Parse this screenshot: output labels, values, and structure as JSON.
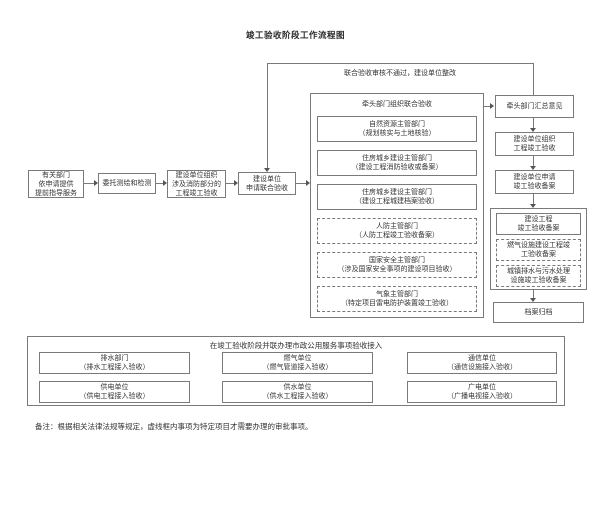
{
  "page_title": "竣工验收阶段工作流程图",
  "feedback_note": "联合验收审核不通过，建设单位整改",
  "main_flow": {
    "guide": [
      "有关部门",
      "依申请提供",
      "提前指导服务"
    ],
    "survey": [
      "委托测绘和检测"
    ],
    "fire": [
      "建设单位组织",
      "涉及消防部分的",
      "工程竣工验收"
    ],
    "apply_joint": [
      "建设单位",
      "申请联合验收"
    ]
  },
  "joint_group": {
    "header": "牵头部门组织联合验收",
    "members": [
      {
        "name": [
          "自然资源主管部门",
          "（规划核实与土地核验）"
        ],
        "dashed": false
      },
      {
        "name": [
          "住房城乡建设主管部门",
          "（建设工程消防验收或备案）"
        ],
        "dashed": false
      },
      {
        "name": [
          "住房城乡建设主管部门",
          "（建设工程城建档案验收）"
        ],
        "dashed": false
      },
      {
        "name": [
          "人防主管部门",
          "（人防工程竣工验收备案）"
        ],
        "dashed": true
      },
      {
        "name": [
          "国家安全主管部门",
          "（涉及国家安全事项的建设项目验收）"
        ],
        "dashed": true
      },
      {
        "name": [
          "气象主管部门",
          "（特定项目雷电防护装置竣工验收）"
        ],
        "dashed": true
      }
    ]
  },
  "right_flow": {
    "summary": [
      "牵头部门汇总意见"
    ],
    "org_acceptance": [
      "建设单位组织",
      "工程竣工验收"
    ],
    "apply_record": [
      "建设单位申请",
      "竣工验收备案"
    ],
    "record_group": {
      "project": [
        "建设工程",
        "竣工验收备案"
      ],
      "gas": [
        "燃气设施建设工程竣",
        "工验收备案"
      ],
      "drainage": [
        "城镇排水与污水处理",
        "设施竣工验收备案"
      ]
    },
    "archive": [
      "档案归档"
    ]
  },
  "parallel_section": {
    "header": "在竣工验收阶段并联办理市政公用服务事项验收接入",
    "items": [
      [
        "排水部门",
        "（排水工程接入验收）"
      ],
      [
        "燃气单位",
        "（燃气管道接入验收）"
      ],
      [
        "通信单位",
        "（通信设施接入验收）"
      ],
      [
        "供电单位",
        "（供电工程接入验收）"
      ],
      [
        "供水单位",
        "（供水工程接入验收）"
      ],
      [
        "广电单位",
        "（广播电视接入验收）"
      ]
    ]
  },
  "note": "备注：根据相关法律法规等规定，虚线框内事项为特定项目才需要办理的审批事项。",
  "colors": {
    "line": "#7a7a7a",
    "text": "#333333",
    "background": "#ffffff"
  }
}
